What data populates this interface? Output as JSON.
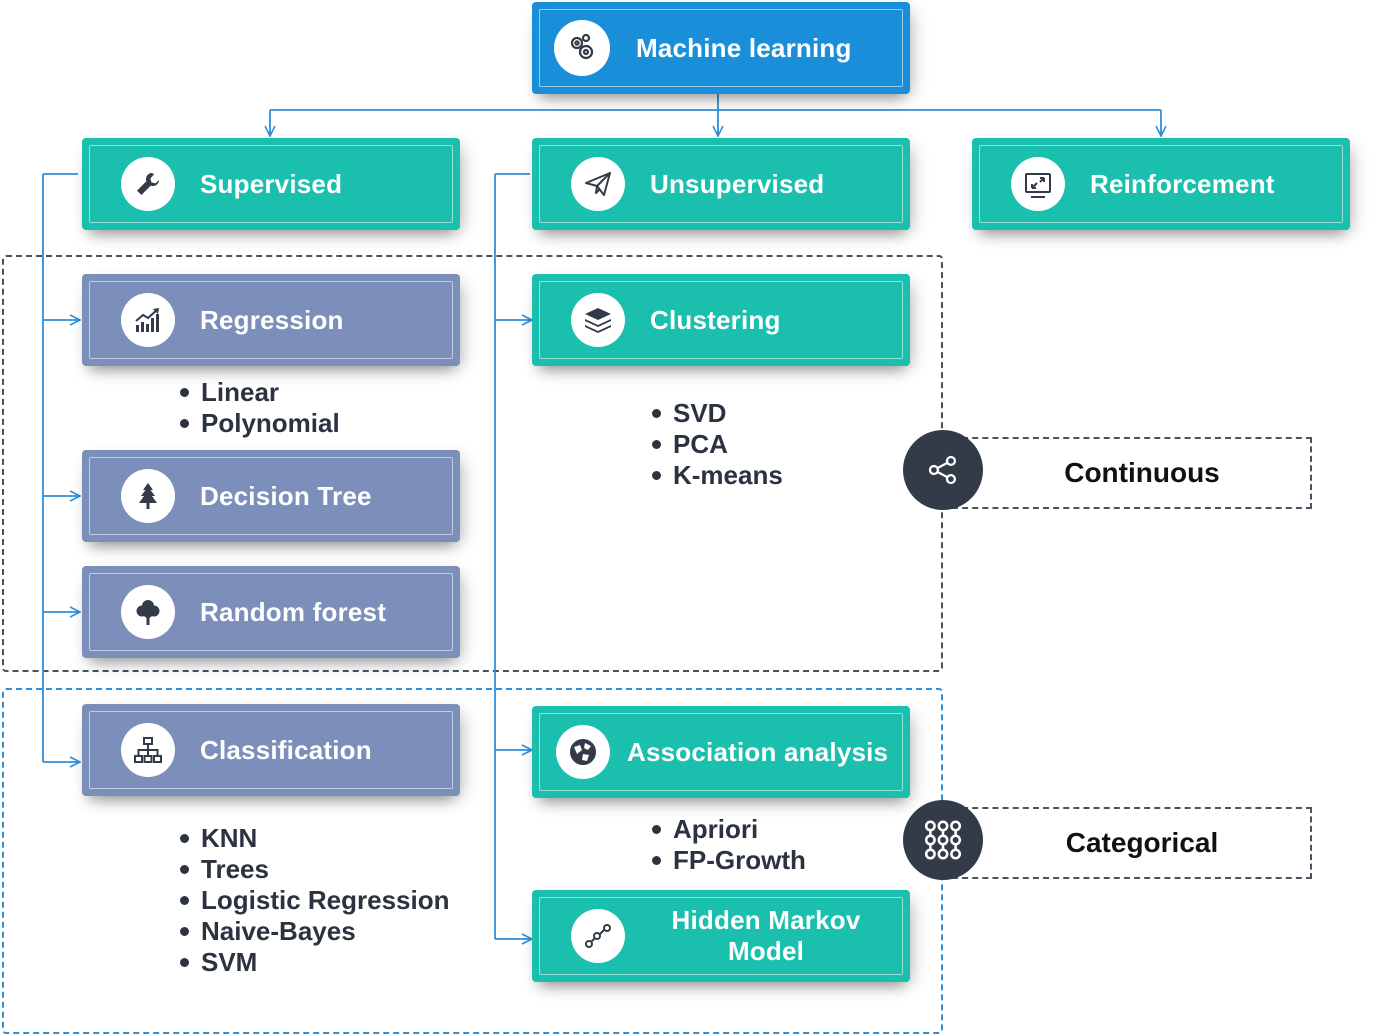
{
  "title": "Machine learning",
  "branches": {
    "supervised": "Supervised",
    "unsupervised": "Unsupervised",
    "reinforcement": "Reinforcement"
  },
  "supervised": {
    "regression": {
      "label": "Regression",
      "items": [
        "Linear",
        "Polynomial"
      ]
    },
    "decision_tree": {
      "label": "Decision Tree"
    },
    "random_forest": {
      "label": "Random forest"
    },
    "classification": {
      "label": "Classification",
      "items": [
        "KNN",
        "Trees",
        "Logistic Regression",
        "Naive-Bayes",
        "SVM"
      ]
    }
  },
  "unsupervised": {
    "clustering": {
      "label": "Clustering",
      "items": [
        "SVD",
        "PCA",
        "K-means"
      ]
    },
    "association": {
      "label": "Association analysis",
      "items": [
        "Apriori",
        "FP-Growth"
      ]
    },
    "hmm": {
      "label_line1": "Hidden Markov",
      "label_line2": "Model"
    }
  },
  "tags": {
    "continuous": "Continuous",
    "categorical": "Categorical"
  },
  "icons": {
    "machine_learning": "gears-icon",
    "supervised": "wrench-icon",
    "unsupervised": "paper-plane-icon",
    "reinforcement": "monitor-arrows-icon",
    "regression": "growth-chart-icon",
    "decision_tree": "pine-tree-icon",
    "random_forest": "tree-icon",
    "classification": "hierarchy-icon",
    "clustering": "layers-icon",
    "association": "globe-icon",
    "hmm": "node-path-icon",
    "continuous": "share-icon",
    "categorical": "grid-nodes-icon"
  },
  "colors": {
    "root": "#1a8fd9",
    "unsupervised_nodes": "#1bbfae",
    "supervised_nodes": "#7b8fba",
    "connector": "#2f8fd8",
    "tag_circle": "#333a48"
  }
}
